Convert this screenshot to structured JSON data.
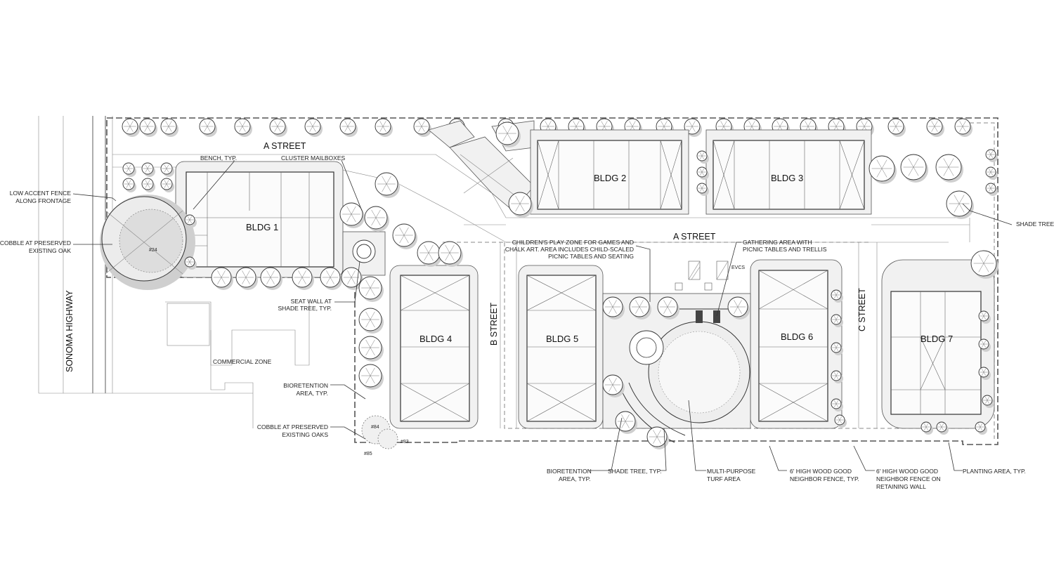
{
  "streets": {
    "a_street_top": "A STREET",
    "a_street_mid": "A STREET",
    "b_street": "B STREET",
    "c_street": "C STREET",
    "highway": "SONOMA HIGHWAY"
  },
  "buildings": {
    "b1": "BLDG 1",
    "b2": "BLDG 2",
    "b3": "BLDG 3",
    "b4": "BLDG 4",
    "b5": "BLDG 5",
    "b6": "BLDG 6",
    "b7": "BLDG 7"
  },
  "labels": {
    "bench": "BENCH, TYP.",
    "mailboxes": "CLUSTER MAILBOXES",
    "fence_1": "LOW ACCENT FENCE",
    "fence_2": "ALONG FRONTAGE",
    "cobble_oak_1": "COBBLE AT PRESERVED",
    "cobble_oak_2": "EXISTING OAK",
    "children_1": "CHILDREN'S PLAY ZONE FOR GAMES AND",
    "children_2": "CHALK ART. AREA INCLUDES CHILD-SCALED",
    "children_3": "PICNIC TABLES AND SEATING",
    "gathering_1": "GATHERING AREA WITH",
    "gathering_2": "PICNIC TABLES AND TRELLIS",
    "shade_tree_right": "SHADE TREE,",
    "seat_wall_1": "SEAT WALL AT",
    "seat_wall_2": "SHADE TREE, TYP.",
    "commercial": "COMMERCIAL ZONE",
    "bioretention_left_1": "BIORETENTION",
    "bioretention_left_2": "AREA, TYP.",
    "cobble_oaks_1": "COBBLE AT PRESERVED",
    "cobble_oaks_2": "EXISTING OAKS",
    "bioretention_bottom_1": "BIORETENTION",
    "bioretention_bottom_2": "AREA, TYP.",
    "shade_tree_bottom": "SHADE TREE, TYP.",
    "turf_1": "MULTI-PURPOSE",
    "turf_2": "TURF AREA",
    "fence_wood_1": "6' HIGH WOOD GOOD",
    "fence_wood_2": "NEIGHBOR FENCE, TYP.",
    "fence_wall_1": "6' HIGH WOOD GOOD",
    "fence_wall_2": "NEIGHBOR FENCE ON",
    "fence_wall_3": "RETAINING WALL",
    "planting": "PLANTING AREA, TYP."
  },
  "tree_tags": {
    "t24": "#24",
    "t84": "#84",
    "t83": "#83",
    "t85": "#85",
    "evcs": "EVCS"
  }
}
